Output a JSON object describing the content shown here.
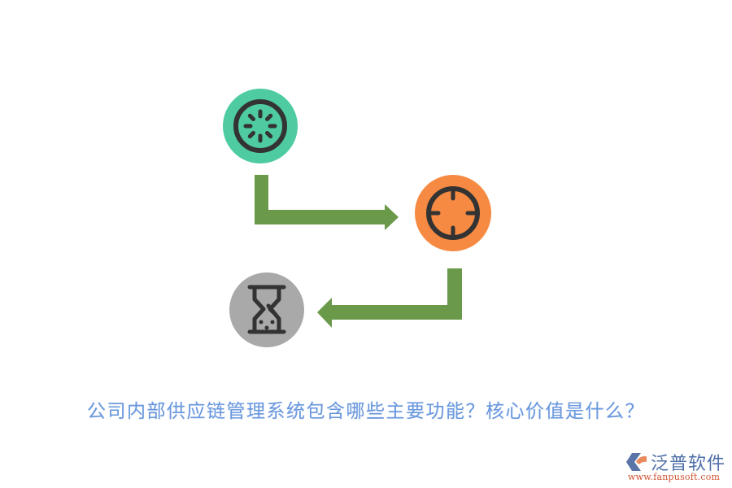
{
  "diagram": {
    "nodes": [
      {
        "id": "start",
        "icon": "loading-spinner-icon",
        "fill": "#4ecba0",
        "stroke": "#333333"
      },
      {
        "id": "target",
        "icon": "crosshair-target-icon",
        "fill": "#f68a42",
        "stroke": "#333333"
      },
      {
        "id": "end",
        "icon": "hourglass-icon",
        "fill": "#a9a9a9",
        "stroke": "#333333"
      }
    ],
    "edges": [
      {
        "from": "start",
        "to": "target",
        "color": "#6a994a"
      },
      {
        "from": "target",
        "to": "end",
        "color": "#6a994a"
      }
    ]
  },
  "title": {
    "text": "公司内部供应链管理系统包含哪些主要功能？核心价值是什么？",
    "color": "#6a98dd"
  },
  "logo": {
    "name": "泛普软件",
    "url": "www.fanpusoft.com"
  }
}
